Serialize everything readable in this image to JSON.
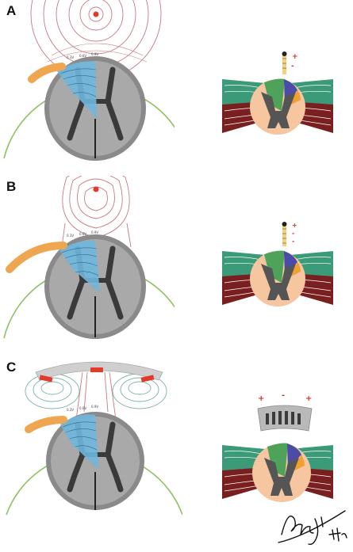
{
  "panels": [
    {
      "letter": "A",
      "polarity": [
        "+",
        "-"
      ],
      "scale_labels": [
        "0.3V",
        "0.6V",
        "0.9V"
      ]
    },
    {
      "letter": "B",
      "polarity": [
        "+",
        "-",
        "-"
      ],
      "scale_labels": [
        "0.3V",
        "0.6V",
        "0.9V"
      ]
    },
    {
      "letter": "C",
      "polarity": [
        "+",
        "-",
        "+"
      ],
      "scale_labels": [
        "0.3V",
        "0.6V",
        "0.9V"
      ]
    }
  ],
  "colors": {
    "dura_circle": "#8fc062",
    "field_lines": "#c87a82",
    "field_lines_lateral": "#7fb3ad",
    "dorsal_column_highlight": "#6fb6dc",
    "root_orange": "#efa650",
    "cord_section_bg": "#f5c6a0",
    "grey_matter": "#555555",
    "green_tract": "#4fa25a",
    "blue_tract": "#4b4ba8",
    "orange_tract": "#f0a030",
    "muscle_green": "#3b9a78",
    "muscle_red": "#7a1f1f",
    "electrode_red": "#e03b2b",
    "paddle_gray": "#cfcfcf"
  },
  "icons": [
    "electrode-icon",
    "paddle-lead-icon",
    "signature-icon"
  ]
}
